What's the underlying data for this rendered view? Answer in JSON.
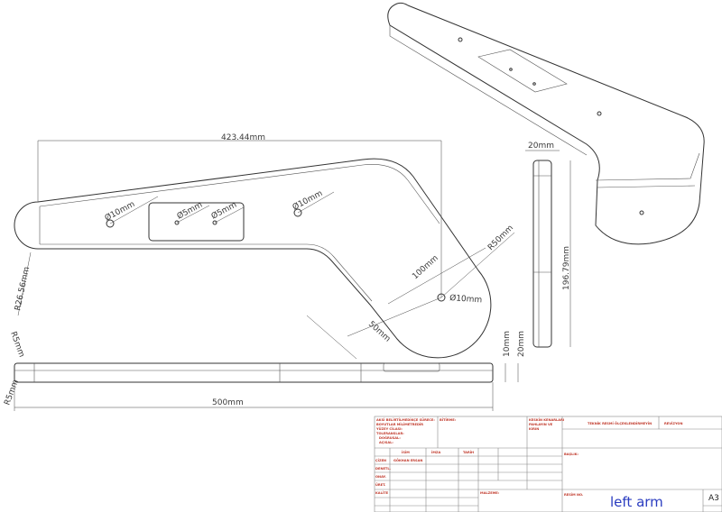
{
  "drawing": {
    "dimensions": {
      "overall_top": "423.44mm",
      "hole_1": "Ø10mm",
      "hole_2": "Ø5mm",
      "hole_3": "Ø5mm",
      "hole_4": "Ø10mm",
      "hole_5": "Ø10mm",
      "radius_left": "R26.56mm",
      "radius_end": "R50mm",
      "length_100": "100mm",
      "length_50": "50mm",
      "side_r5_top": "R5mm",
      "side_r5_bottom": "R5mm",
      "side_length": "500mm",
      "side_10": "10mm",
      "side_20": "20mm",
      "right_width": "20mm",
      "right_height": "196.79mm"
    }
  },
  "title_block": {
    "notes": [
      "AKSİ BELİRTİLMEDİKÇE SÜRECE:",
      "BOYUTLAR MİLİMETREDİR",
      "YÜZEY CİLASI:",
      "TOLERANSLAR:",
      "DOĞRUSAL:",
      "AÇISAL:"
    ],
    "bitirme": "BİTİRME:",
    "edge": [
      "KESKİN KENARLARI",
      "PAHLAYIN VE",
      "KIRIN"
    ],
    "no_scale": "TEKNİK RESMİ ÖLÇEKLENDİRMEYİN",
    "revision": "REVİZYON",
    "headers": {
      "name": "İSİM",
      "signature": "İMZA",
      "date": "TARİH"
    },
    "rows": [
      "ÇİZEN",
      "DENETL.",
      "ONAY.",
      "ÜRET.",
      "KALİTE"
    ],
    "drawn_by": "GÖKHAN ERSAN",
    "material": "MALZEME:",
    "title_label": "BAŞLIK:",
    "drawing_no_label": "RESİM NO.",
    "drawing_no": "left arm",
    "sheet_size": "A3"
  }
}
